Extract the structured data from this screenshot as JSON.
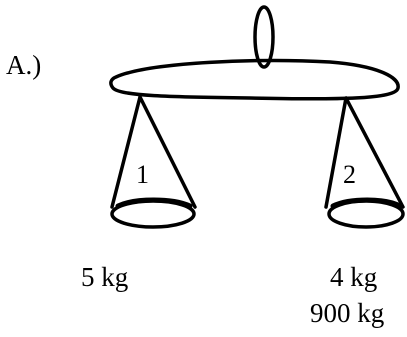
{
  "option": {
    "label": "A.)"
  },
  "pans": [
    {
      "number": "1",
      "weight": "5 kg"
    },
    {
      "number": "2",
      "weight": "4 kg",
      "weight_extra": "900 kg"
    }
  ],
  "colors": {
    "ink": "#000000",
    "background": "#ffffff"
  }
}
